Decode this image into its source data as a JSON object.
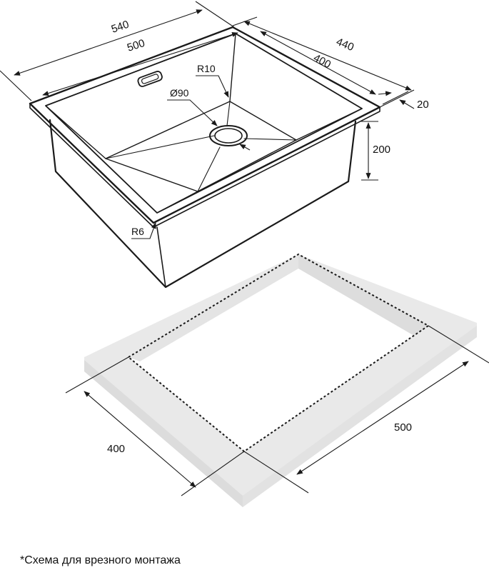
{
  "dimensions": {
    "overall_length": "540",
    "bowl_length": "500",
    "overall_width": "440",
    "bowl_width": "400",
    "rim": "20",
    "depth": "200",
    "corner_radius_bowl": "R10",
    "corner_radius_rim": "R6",
    "drain_diameter": "Ø90"
  },
  "cutout": {
    "length": "500",
    "width": "400"
  },
  "note": "*Схема для врезного монтажа",
  "colors": {
    "line": "#1a1a1a",
    "countertop": "#e6e6e6"
  }
}
